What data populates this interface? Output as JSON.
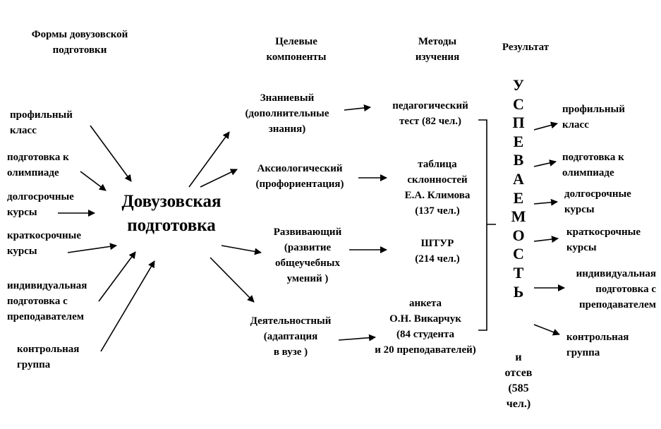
{
  "headers": {
    "forms": [
      "Формы довузовской",
      "подготовки"
    ],
    "targets": [
      "Целевые",
      "компоненты"
    ],
    "methods": [
      "Методы",
      "изучения"
    ],
    "result": "Результат"
  },
  "center": [
    "Довузовская",
    "подготовка"
  ],
  "forms": [
    [
      "профильный",
      "класс"
    ],
    [
      "подготовка к",
      "олимпиаде"
    ],
    [
      "долгосрочные",
      "курсы"
    ],
    [
      "краткосрочные",
      "курсы"
    ],
    [
      "индивидуальная",
      "подготовка с",
      "преподавателем"
    ],
    [
      "контрольная",
      "группа"
    ]
  ],
  "components": [
    [
      "Знаниевый",
      "(дополнительные",
      "знания)"
    ],
    [
      "Аксиологический",
      "(профориентация)"
    ],
    [
      "Развивающий",
      "(развитие",
      "общеучебных",
      "умений )"
    ],
    [
      "Деятельностный",
      "(адаптация",
      "в вузе )"
    ]
  ],
  "methods": [
    [
      "педагогический",
      "тест (82 чел.)"
    ],
    [
      "таблица",
      "склонностей",
      "Е.А. Климова",
      "(137 чел.)"
    ],
    [
      "ШТУР",
      "(214 чел.)"
    ],
    [
      "анкета",
      "О.Н. Викарчук",
      "(84 студента",
      "и 20 преподавателей)"
    ]
  ],
  "result_vertical": [
    "У",
    "С",
    "П",
    "Е",
    "В",
    "А",
    "Е",
    "М",
    "О",
    "С",
    "Т",
    "Ь"
  ],
  "result_tail": [
    "и",
    "отсев",
    "(585",
    "чел.)"
  ],
  "outcomes": [
    [
      "профильный",
      "класс"
    ],
    [
      "подготовка к",
      "олимпиаде"
    ],
    [
      "долгосрочные",
      "курсы"
    ],
    [
      "краткосрочные",
      "курсы"
    ],
    [
      "индивидуальная",
      "подготовка с",
      "преподавателем"
    ],
    [
      "контрольная",
      "группа"
    ]
  ]
}
